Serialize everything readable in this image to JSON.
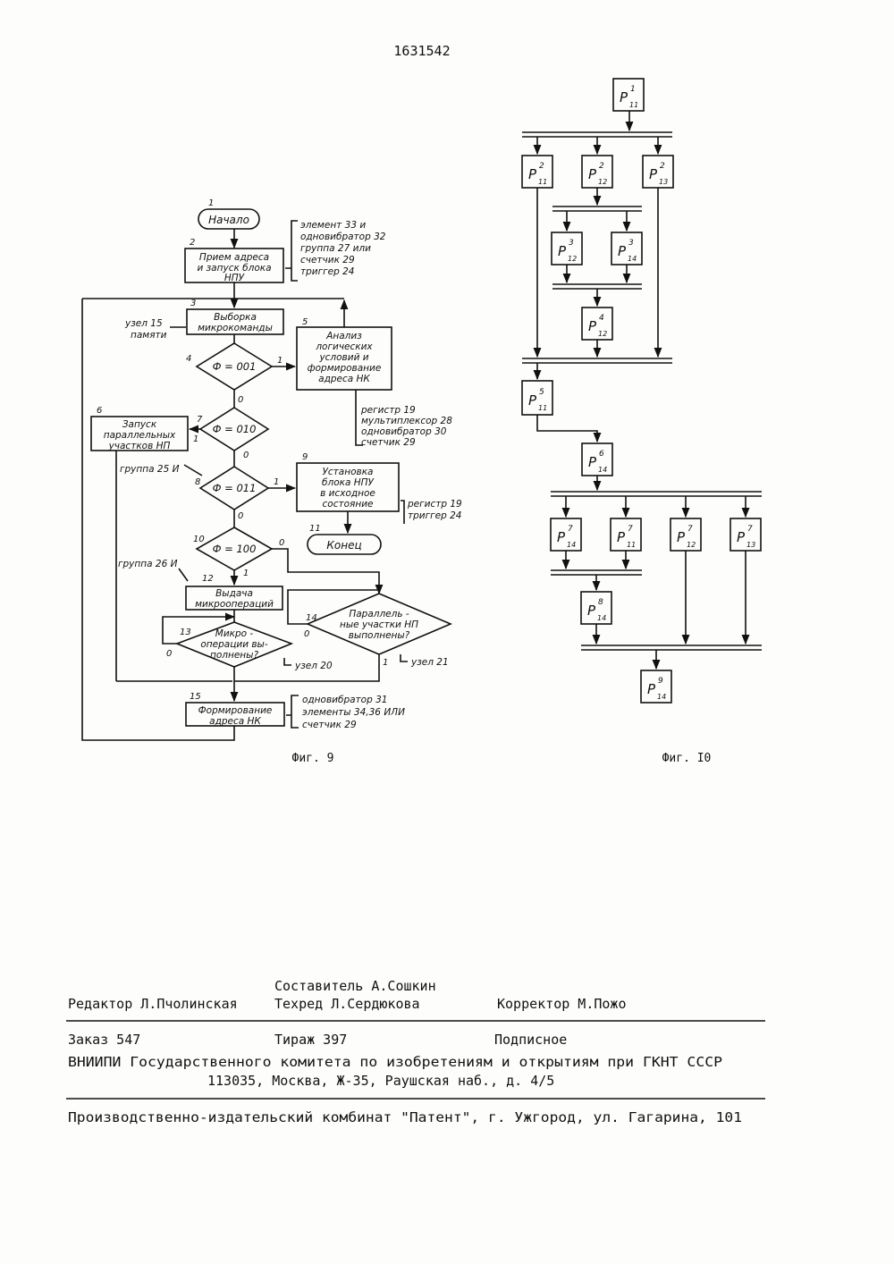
{
  "patent_number": "1631542",
  "fig9": {
    "caption": "Фиг. 9",
    "blocks": {
      "b1": {
        "num": "1",
        "lines": [
          "Начало"
        ]
      },
      "b2": {
        "num": "2",
        "lines": [
          "Прием адреса",
          "и запуск блока",
          "НПУ"
        ]
      },
      "b3": {
        "num": "3",
        "lines": [
          "Выборка",
          "микрокоманды"
        ]
      },
      "b4": {
        "num": "4",
        "lines": [
          "Ф = 001"
        ]
      },
      "b5": {
        "num": "5",
        "lines": [
          "Анализ",
          "логических",
          "условий и",
          "формирование",
          "адреса НК"
        ]
      },
      "b6": {
        "num": "6",
        "lines": [
          "Запуск",
          "параллельных",
          "участков НП"
        ]
      },
      "b7": {
        "num": "7",
        "lines": [
          "Ф = 010"
        ]
      },
      "b8": {
        "num": "8",
        "lines": [
          "Ф = 011"
        ]
      },
      "b9": {
        "num": "9",
        "lines": [
          "Установка",
          "блока НПУ",
          "в исходное",
          "состояние"
        ]
      },
      "b10": {
        "num": "10",
        "lines": [
          "Ф = 100"
        ]
      },
      "b11": {
        "num": "11",
        "lines": [
          "Конец"
        ]
      },
      "b12": {
        "num": "12",
        "lines": [
          "Выдача",
          "микроопераций"
        ]
      },
      "b13": {
        "num": "13",
        "lines": [
          "Микро -",
          "операции вы-",
          "полнены?"
        ]
      },
      "b14": {
        "num": "14",
        "lines": [
          "Параллель -",
          "ные участки НП",
          "выполнены?"
        ]
      },
      "b15": {
        "num": "15",
        "lines": [
          "Формирование",
          "адреса НК"
        ]
      }
    },
    "notes": {
      "n2": [
        "элемент 33 и",
        "одновибратор 32",
        "группа 27 или",
        "счетчик 29",
        "триггер 24"
      ],
      "n3": [
        "узел 15",
        "памяти"
      ],
      "n5": [
        "регистр 19",
        "мультиплексор 28",
        "одновибратор 30",
        "счетчик 29"
      ],
      "n6": [
        "группа 25 И"
      ],
      "n9": [
        "регистр 19",
        "триггер 24"
      ],
      "n12": [
        "группа 26 И"
      ],
      "n13": [
        "узел 20"
      ],
      "n14": [
        "узел 21"
      ],
      "n15": [
        "одновибратор 31",
        "элементы 34,36 ИЛИ",
        "счетчик 29"
      ]
    },
    "branch_labels": {
      "one": "1",
      "zero": "0"
    }
  },
  "fig10": {
    "caption": "Фиг. I0",
    "nodes": {
      "r1": {
        "sup": "1",
        "sub": "11"
      },
      "r2a": {
        "sup": "2",
        "sub": "11"
      },
      "r2b": {
        "sup": "2",
        "sub": "12"
      },
      "r2c": {
        "sup": "2",
        "sub": "13"
      },
      "r3a": {
        "sup": "3",
        "sub": "12"
      },
      "r3b": {
        "sup": "3",
        "sub": "14"
      },
      "r4": {
        "sup": "4",
        "sub": "12"
      },
      "r5": {
        "sup": "5",
        "sub": "11"
      },
      "r6": {
        "sup": "6",
        "sub": "14"
      },
      "r7a": {
        "sup": "7",
        "sub": "14"
      },
      "r7b": {
        "sup": "7",
        "sub": "11"
      },
      "r7c": {
        "sup": "7",
        "sub": "12"
      },
      "r7d": {
        "sup": "7",
        "sub": "13"
      },
      "r8": {
        "sup": "8",
        "sub": "14"
      },
      "r9": {
        "sup": "9",
        "sub": "14"
      }
    },
    "node_letter": "P"
  },
  "imprint": {
    "compiler": "Составитель А.Сошкин",
    "editor": "Редактор Л.Пчолинская",
    "techred": "Техред Л.Сердюкова",
    "corrector": "Корректор М.Пожо",
    "order": "Заказ 547",
    "circulation": "Тираж 397",
    "subscription": "Подписное",
    "org": "ВНИИПИ Государственного комитета по изобретениям и открытиям при ГКНТ СССР",
    "address": "113035, Москва, Ж-35, Раушская наб., д. 4/5",
    "printer": "Производственно-издательский комбинат \"Патент\", г. Ужгород, ул. Гагарина, 101"
  }
}
